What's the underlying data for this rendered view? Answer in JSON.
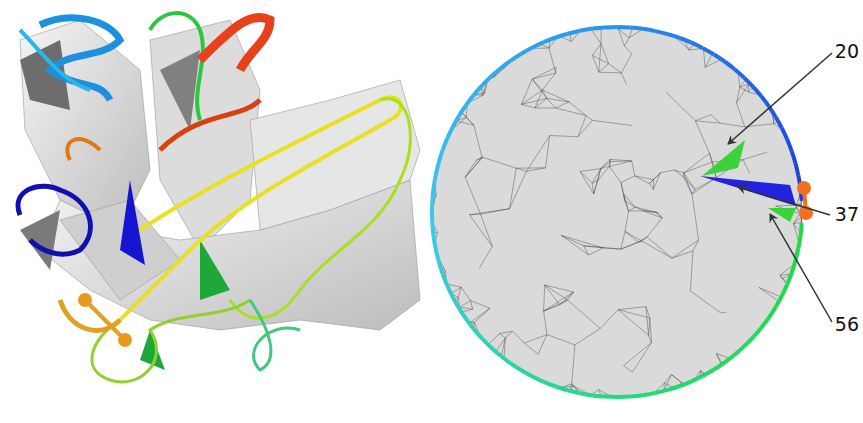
{
  "diagram": {
    "labels": [
      "20",
      "37",
      "56"
    ]
  }
}
